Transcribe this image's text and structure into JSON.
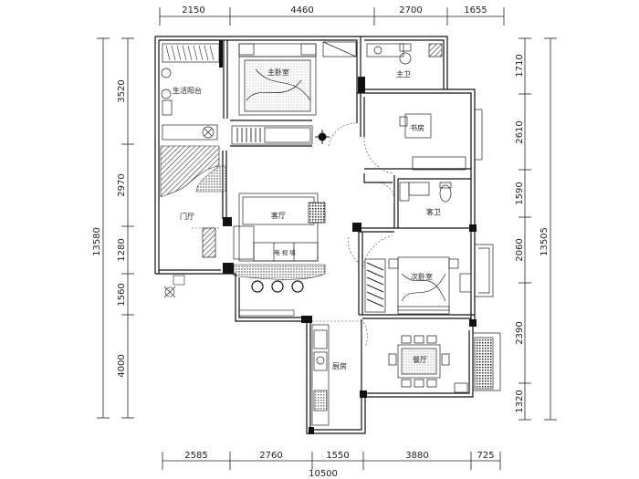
{
  "dimensions": {
    "top": [
      "2150",
      "4460",
      "2700",
      "1655"
    ],
    "bottom": [
      "2585",
      "2760",
      "1550",
      "3880",
      "725"
    ],
    "bottom_total": "10500",
    "left": [
      "3520",
      "2970",
      "1280",
      "1560",
      "4000"
    ],
    "left_total": "13580",
    "right": [
      "1710",
      "2610",
      "1590",
      "2060",
      "2390",
      "1320"
    ],
    "right_total": "13505"
  },
  "rooms": {
    "living_balcony": "生活阳台",
    "master_bedroom": "主卧室",
    "master_bath": "主卫",
    "study": "书房",
    "bath": "客卫",
    "living_room": "客厅",
    "secondary_bedroom": "次卧室",
    "entrance": "门厅",
    "kitchen": "厨房",
    "dining_room": "餐厅"
  },
  "notes": {
    "tv_wall": "电 视 墙"
  },
  "colors": {
    "line": "#1a1a1a",
    "wall": "#1a1a1a",
    "background": "#ffffff"
  }
}
